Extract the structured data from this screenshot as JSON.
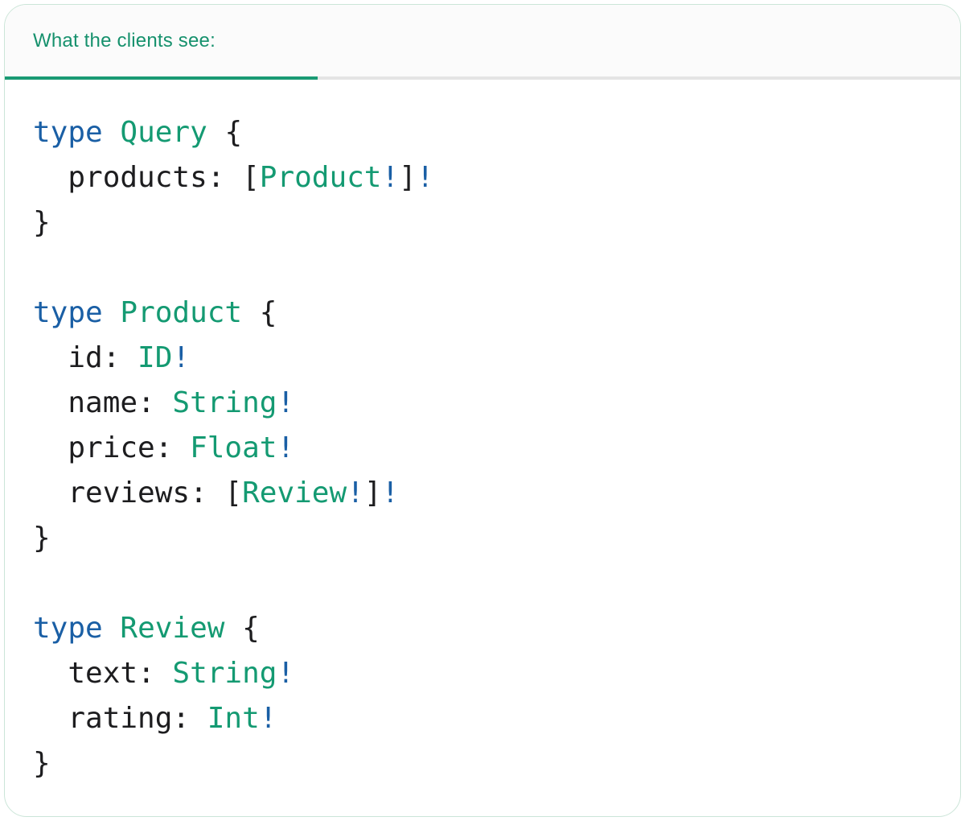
{
  "card": {
    "tab": {
      "label": "What the clients see:"
    }
  },
  "colors": {
    "accent_green": "#16916D",
    "tab_underline": "#1A9A74",
    "inactive_underline": "#E4E4E4",
    "kw_blue": "#1A5FA5",
    "type_green": "#149A72",
    "plain_dark": "#1D1D1F",
    "header_bg": "#FBFBFB",
    "card_border": "#CBE5D8"
  },
  "code": {
    "language": "graphql",
    "raw": "type Query {\n  products: [Product!]!\n}\n\ntype Product {\n  id: ID!\n  name: String!\n  price: Float!\n  reviews: [Review!]!\n}\n\ntype Review {\n  text: String!\n  rating: Int!\n}",
    "lines": [
      [
        {
          "s": "type",
          "t": "kw"
        },
        {
          "s": " ",
          "t": "pl"
        },
        {
          "s": "Query",
          "t": "tn"
        },
        {
          "s": " {",
          "t": "pl"
        }
      ],
      [
        {
          "s": "  products: [",
          "t": "pl"
        },
        {
          "s": "Product",
          "t": "tn"
        },
        {
          "s": "!",
          "t": "bg"
        },
        {
          "s": "]",
          "t": "pl"
        },
        {
          "s": "!",
          "t": "bg"
        }
      ],
      [
        {
          "s": "}",
          "t": "pl"
        }
      ],
      [],
      [
        {
          "s": "type",
          "t": "kw"
        },
        {
          "s": " ",
          "t": "pl"
        },
        {
          "s": "Product",
          "t": "tn"
        },
        {
          "s": " {",
          "t": "pl"
        }
      ],
      [
        {
          "s": "  id: ",
          "t": "pl"
        },
        {
          "s": "ID",
          "t": "tn"
        },
        {
          "s": "!",
          "t": "bg"
        }
      ],
      [
        {
          "s": "  name: ",
          "t": "pl"
        },
        {
          "s": "String",
          "t": "tn"
        },
        {
          "s": "!",
          "t": "bg"
        }
      ],
      [
        {
          "s": "  price: ",
          "t": "pl"
        },
        {
          "s": "Float",
          "t": "tn"
        },
        {
          "s": "!",
          "t": "bg"
        }
      ],
      [
        {
          "s": "  reviews: [",
          "t": "pl"
        },
        {
          "s": "Review",
          "t": "tn"
        },
        {
          "s": "!",
          "t": "bg"
        },
        {
          "s": "]",
          "t": "pl"
        },
        {
          "s": "!",
          "t": "bg"
        }
      ],
      [
        {
          "s": "}",
          "t": "pl"
        }
      ],
      [],
      [
        {
          "s": "type",
          "t": "kw"
        },
        {
          "s": " ",
          "t": "pl"
        },
        {
          "s": "Review",
          "t": "tn"
        },
        {
          "s": " {",
          "t": "pl"
        }
      ],
      [
        {
          "s": "  text: ",
          "t": "pl"
        },
        {
          "s": "String",
          "t": "tn"
        },
        {
          "s": "!",
          "t": "bg"
        }
      ],
      [
        {
          "s": "  rating: ",
          "t": "pl"
        },
        {
          "s": "Int",
          "t": "tn"
        },
        {
          "s": "!",
          "t": "bg"
        }
      ],
      [
        {
          "s": "}",
          "t": "pl"
        }
      ]
    ]
  }
}
